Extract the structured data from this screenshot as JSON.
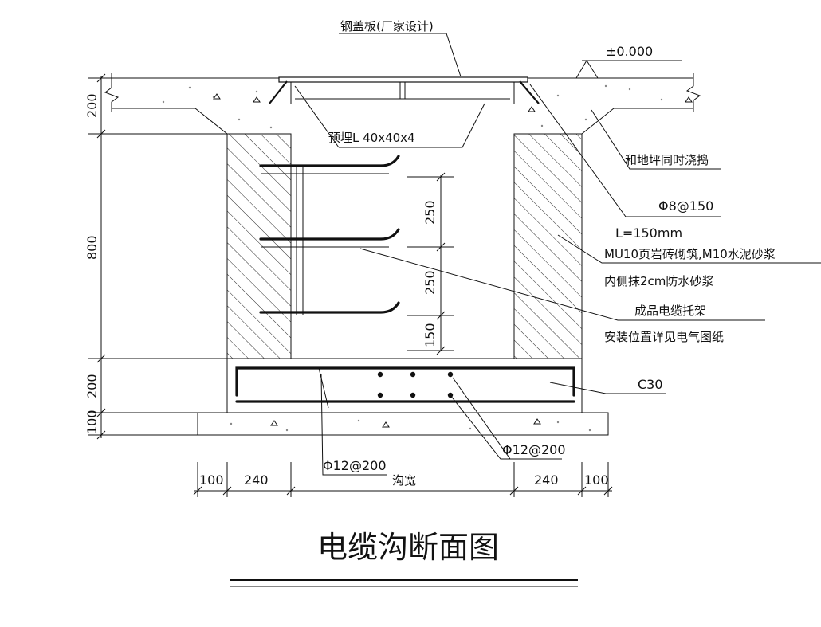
{
  "labels": {
    "cover_plate": "钢盖板(厂家设计)",
    "elevation": "±0.000",
    "embedded_angle": "预埋L 40x40x4",
    "pour_with_floor": "和地坪同时浇捣",
    "anchor_bar": "Φ8@150",
    "anchor_length": "L=150mm",
    "masonry": "MU10页岩砖砌筑,M10水泥砂浆",
    "waterproof": "内侧抹2cm防水砂浆",
    "bracket": "成品电缆托架",
    "bracket_note": "安装位置详见电气图纸",
    "concrete": "C30",
    "rebar_bottom_left": "Φ12@200",
    "rebar_bottom_right": "Φ12@200"
  },
  "dimensions_left": [
    "200",
    "800",
    "200",
    "100"
  ],
  "dimensions_right": [
    "250",
    "250",
    "150"
  ],
  "dimensions_bottom": [
    "100",
    "240",
    "沟宽",
    "240",
    "100"
  ],
  "drawing_title": "电缆沟断面图"
}
